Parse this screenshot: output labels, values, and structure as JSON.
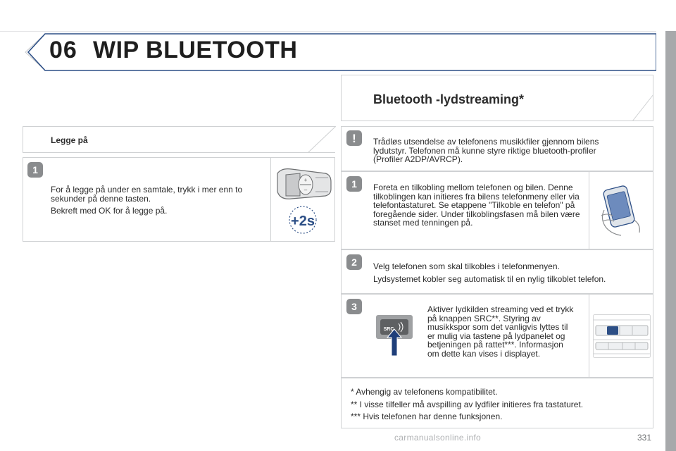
{
  "header": {
    "chapter_number": "06",
    "chapter_title": "WIP BLUETOOTH"
  },
  "left": {
    "section_title": "Legge på",
    "step1": {
      "badge": "1",
      "paragraphs": [
        "For å legge på under en samtale, trykk i mer enn to sekunder på denne tasten.",
        "Bekreft med OK for å legge på."
      ],
      "hold_label": "+2s"
    }
  },
  "right": {
    "section_title": "Bluetooth -lydstreaming*",
    "warning": {
      "badge": "!",
      "text": "Trådløs utsendelse av telefonens musikkfiler gjennom bilens lydutstyr. Telefonen må kunne styre riktige bluetooth-profiler (Profiler A2DP/AVRCP)."
    },
    "step1": {
      "badge": "1",
      "text": "Foreta en tilkobling mellom telefonen og bilen. Denne tilkoblingen kan initieres fra bilens telefonmeny eller via telefontastaturet. Se etappene \"Tilkoble en telefon\" på foregående sider. Under tilkoblingsfasen må bilen være stanset med tenningen på."
    },
    "step2": {
      "badge": "2",
      "paragraphs": [
        "Velg telefonen som skal tilkobles i telefonmenyen.",
        "Lydsystemet kobler seg automatisk til en nylig tilkoblet telefon."
      ]
    },
    "step3": {
      "badge": "3",
      "src_label": "SRC",
      "text": "Aktiver lydkilden streaming ved et trykk på knappen SRC**. Styring av musikkspor som det vanligvis lyttes til er mulig via tastene på lydpanelet og betjeningen på rattet***. Informasjon om dette kan vises i displayet."
    },
    "footnotes": [
      "* Avhengig av telefonens kompatibilitet.",
      "** I visse tilfeller må avspilling av lydfiler initieres fra tastaturet.",
      "*** Hvis telefonen har denne funksjonen."
    ]
  },
  "footer": {
    "page_number": "331",
    "watermark": "carmanualsonline.info"
  },
  "colors": {
    "badge": "#8a8c8e",
    "line": "#2d4f86",
    "border": "#cfd1d3",
    "arrow": "#1f3f7a"
  }
}
